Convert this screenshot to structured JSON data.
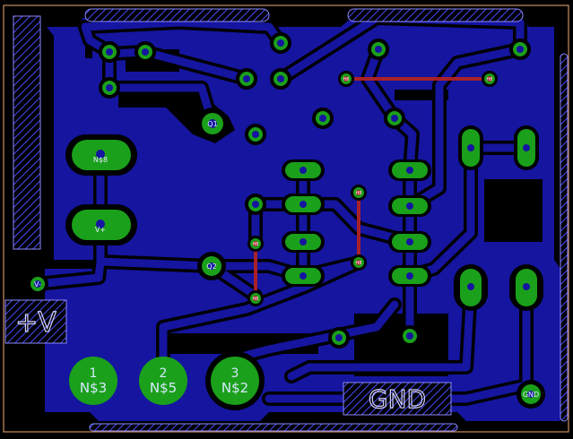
{
  "board": {
    "colors": {
      "background": "#000000",
      "copper_pour": "#1515a0",
      "track": "#1515a0",
      "pad": "#1aa01a",
      "via_ring": "#1aa01a",
      "top_track": "#b02020",
      "outline": "#d8a070",
      "hatch": "#5a5aff"
    }
  },
  "connectors": [
    {
      "number": "1",
      "name": "N$3"
    },
    {
      "number": "2",
      "name": "N$5"
    },
    {
      "number": "3",
      "name": "N$2"
    }
  ],
  "labels": {
    "ns8": "N$8",
    "vplus": "V+",
    "vminus": "V-",
    "gnd": "GND",
    "plus_v_text": "+V",
    "gnd_text": "GND",
    "q1": "Q1",
    "q2": "Q2",
    "hole_label": "H8"
  }
}
